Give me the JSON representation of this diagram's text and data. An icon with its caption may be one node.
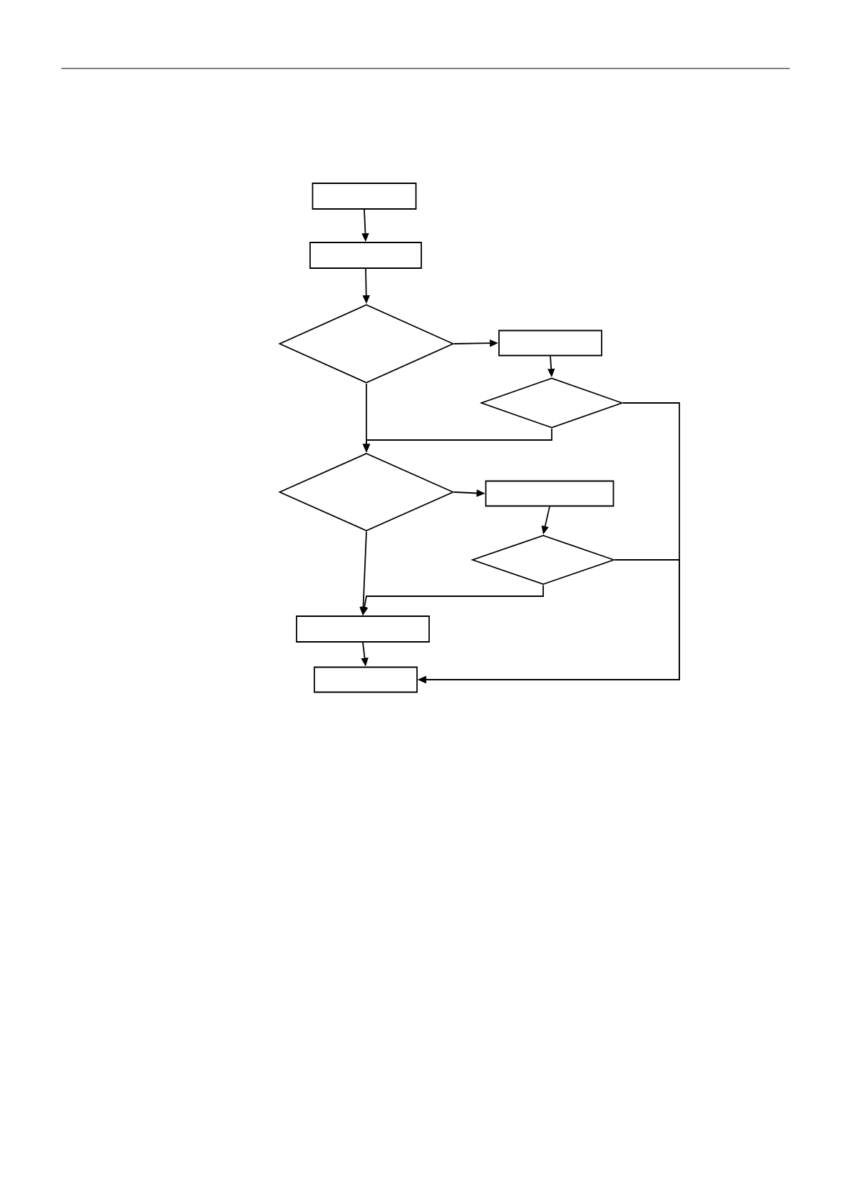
{
  "diagram": {
    "nodes": [
      {
        "text": [],
        "shape": "box"
      },
      {
        "text": [],
        "shape": "box"
      },
      {
        "text": [],
        "shape": "diamond"
      },
      {
        "text": [],
        "shape": "box"
      },
      {
        "text": [],
        "shape": "diamond"
      },
      {
        "text": [],
        "shape": "diamond"
      },
      {
        "text": [],
        "shape": "box"
      },
      {
        "text": [],
        "shape": "diamond"
      },
      {
        "text": [],
        "shape": "box"
      },
      {
        "text": [],
        "shape": "box"
      }
    ],
    "edges": [
      {
        "from": 0,
        "to": 1,
        "arrow": "to"
      },
      {
        "from": 1,
        "to": 2,
        "arrow": "to"
      },
      {
        "from": 2,
        "to": 3,
        "arrow": "to"
      },
      {
        "from": 3,
        "to": 4,
        "arrow": "to"
      },
      {
        "from": 2,
        "to": 5,
        "arrow": "to"
      },
      {
        "from": 4,
        "to": 5,
        "arrow": "to"
      },
      {
        "from": 5,
        "to": 6,
        "arrow": "to"
      },
      {
        "from": 6,
        "to": 7,
        "arrow": "to"
      },
      {
        "from": 5,
        "to": 8,
        "arrow": "to"
      },
      {
        "from": 7,
        "to": 8,
        "arrow": "to"
      },
      {
        "from": 8,
        "to": 9,
        "arrow": "to"
      },
      {
        "from": 4,
        "to": 9,
        "arrow": "to"
      },
      {
        "from": 7,
        "to": 9,
        "arrow": "to"
      }
    ]
  }
}
